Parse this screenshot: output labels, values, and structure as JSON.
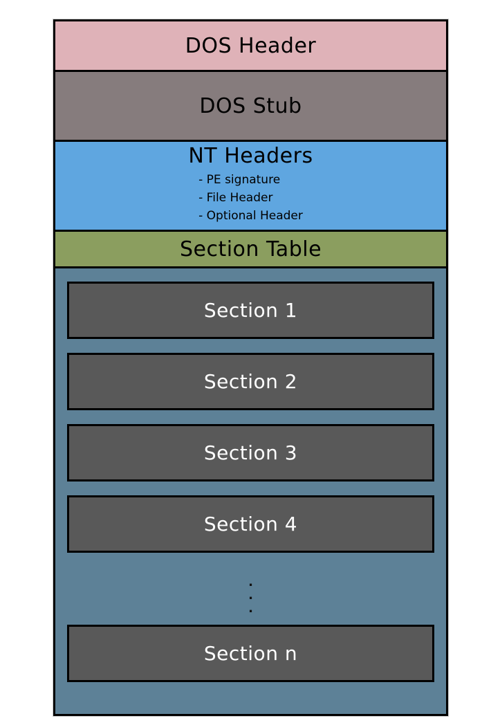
{
  "colors": {
    "dos_header_bg": "#dfb2b8",
    "dos_stub_bg": "#867c7d",
    "nt_headers_bg": "#5fa6e0",
    "section_table_bg": "#8b9e5f",
    "sections_container_bg": "#5d8197",
    "section_box_bg": "#595959",
    "border": "#000000",
    "label_dark": "#000000",
    "label_light": "#ffffff"
  },
  "blocks": {
    "dos_header": {
      "label": "DOS Header"
    },
    "dos_stub": {
      "label": "DOS Stub"
    },
    "nt_headers": {
      "label": "NT Headers",
      "items": [
        "- PE signature",
        "- File Header",
        "- Optional Header"
      ]
    },
    "section_table": {
      "label": "Section Table"
    },
    "sections": {
      "boxes": [
        "Section 1",
        "Section 2",
        "Section 3",
        "Section 4",
        "Section n"
      ],
      "ellipsis": [
        ".",
        ".",
        "."
      ]
    }
  }
}
